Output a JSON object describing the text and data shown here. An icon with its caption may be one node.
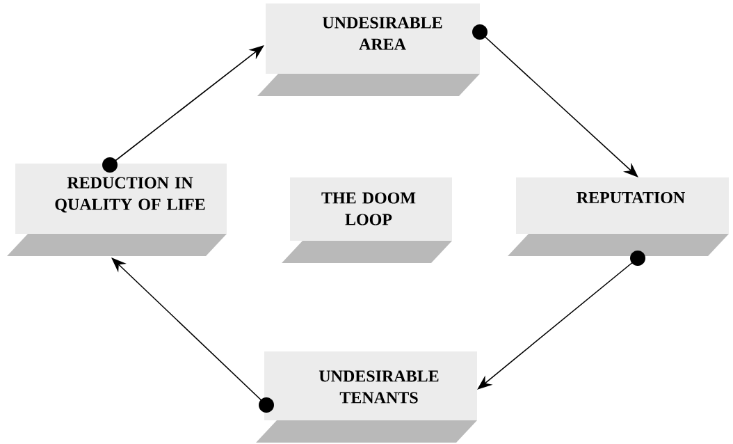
{
  "diagram": {
    "nodes": [
      {
        "text": [
          "UNDESIRABLE AREA"
        ]
      },
      {
        "text": [
          "REPUTATION"
        ]
      },
      {
        "text": [
          "UNDESIRABLE TENANTS"
        ]
      },
      {
        "text": [
          "REDUCTION IN QUALITY OF LIFE"
        ]
      },
      {
        "text": [
          "THE DOOM LOOP"
        ]
      }
    ],
    "edges": [
      {
        "from": 0,
        "to": 1,
        "arrow": "to"
      },
      {
        "from": 1,
        "to": 2,
        "arrow": "to"
      },
      {
        "from": 2,
        "to": 3,
        "arrow": "to"
      },
      {
        "from": 3,
        "to": 0,
        "arrow": "to"
      }
    ]
  }
}
